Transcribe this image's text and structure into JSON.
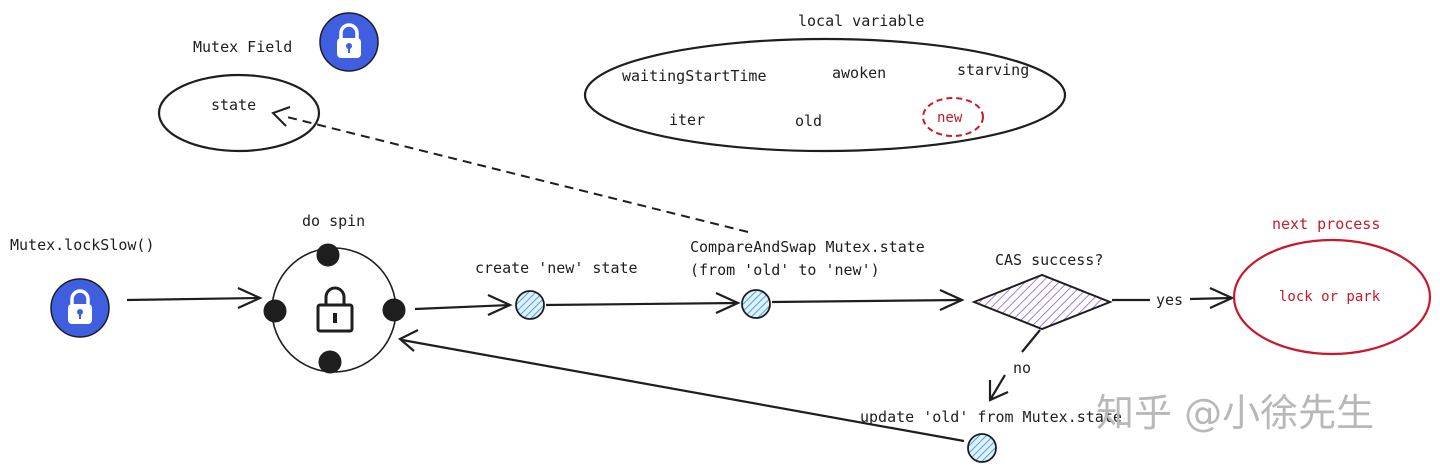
{
  "mutex_field": {
    "title": "Mutex Field",
    "state": "state"
  },
  "local_variable": {
    "title": "local variable",
    "items": [
      "waitingStartTime",
      "awoken",
      "starving",
      "iter",
      "old",
      "new"
    ]
  },
  "flow": {
    "start": "Mutex.lockSlow()",
    "spin": "do spin",
    "create": "create 'new' state",
    "cas_line1": "CompareAndSwap Mutex.state",
    "cas_line2": "(from 'old' to 'new')",
    "decision": "CAS success?",
    "yes": "yes",
    "no": "no",
    "update": "update 'old' from Mutex.state",
    "next_title": "next process",
    "next_body": "lock or park"
  },
  "watermark": "知乎 @小徐先生",
  "colors": {
    "ink": "#1e1e1e",
    "lock_blue": "#3f5fe0",
    "hatch_blue": "#4aa3df",
    "hatch_purple": "#8a63d2",
    "red": "#c9182b"
  },
  "icons": [
    "lock-icon-blue",
    "padlock-icon",
    "hatched-circle-node",
    "diamond-decision"
  ]
}
